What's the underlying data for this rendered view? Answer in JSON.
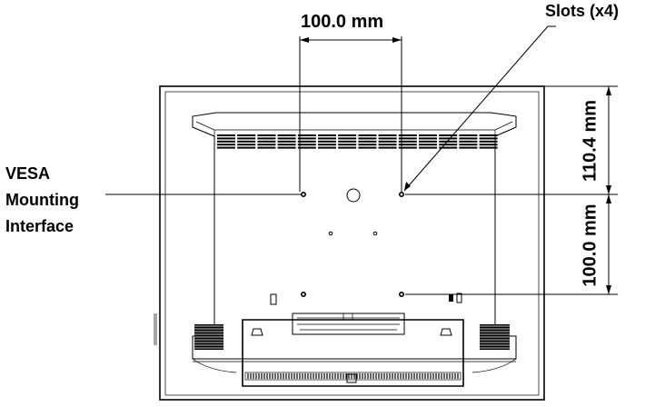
{
  "labels": {
    "top_dimension": "100.0 mm",
    "slots": "Slots (x4)",
    "vesa_line1": "VESA",
    "vesa_line2": "Mounting",
    "vesa_line3": "Interface",
    "right_upper_dimension": "110.4 mm",
    "right_lower_dimension": "100.0 mm"
  },
  "colors": {
    "line": "#000000",
    "background": "#ffffff"
  }
}
